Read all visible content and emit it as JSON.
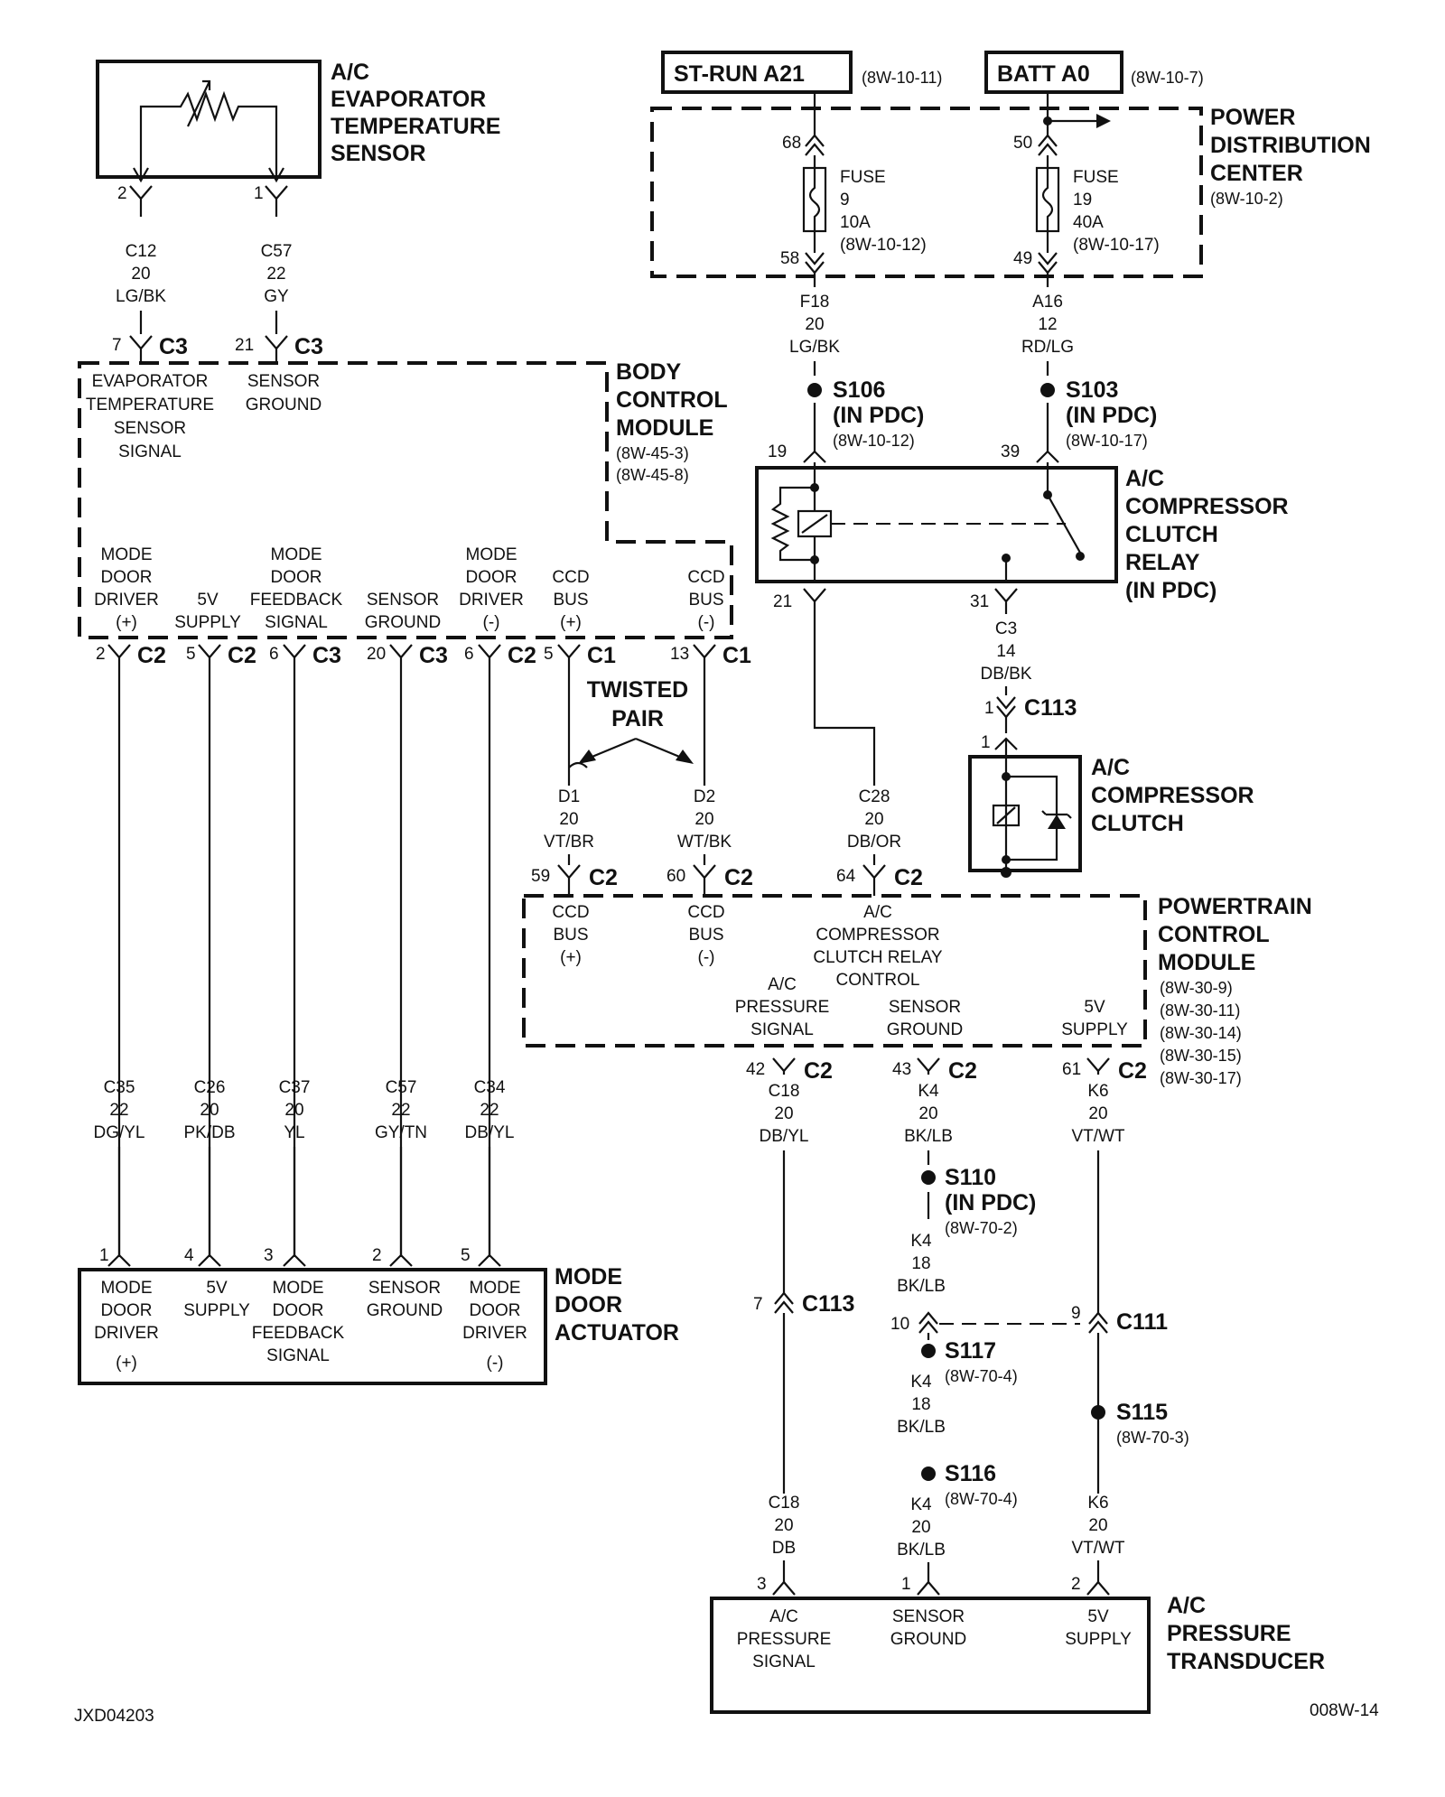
{
  "footer": {
    "left_code": "JXD04203",
    "right_code": "008W-14"
  },
  "evap_sensor": {
    "title": [
      "A/C",
      "EVAPORATOR",
      "TEMPERATURE",
      "SENSOR"
    ],
    "pin2": "2",
    "pin1": "1"
  },
  "wires": {
    "c12": [
      "C12",
      "20",
      "LG/BK"
    ],
    "c57a": [
      "C57",
      "22",
      "GY"
    ],
    "f18": [
      "F18",
      "20",
      "LG/BK"
    ],
    "a16": [
      "A16",
      "12",
      "RD/LG"
    ],
    "c3": [
      "C3",
      "14",
      "DB/BK"
    ],
    "d1": [
      "D1",
      "20",
      "VT/BR"
    ],
    "d2": [
      "D2",
      "20",
      "WT/BK"
    ],
    "c28": [
      "C28",
      "20",
      "DB/OR"
    ],
    "c35": [
      "C35",
      "22",
      "DG/YL"
    ],
    "c26": [
      "C26",
      "20",
      "PK/DB"
    ],
    "c37": [
      "C37",
      "20",
      "YL"
    ],
    "c57b": [
      "C57",
      "22",
      "GY/TN"
    ],
    "c34": [
      "C34",
      "22",
      "DB/YL"
    ],
    "c18a": [
      "C18",
      "20",
      "DB/YL"
    ],
    "k4a": [
      "K4",
      "20",
      "BK/LB"
    ],
    "k6a": [
      "K6",
      "20",
      "VT/WT"
    ],
    "k4b": [
      "K4",
      "18",
      "BK/LB"
    ],
    "k4c": [
      "K4",
      "18",
      "BK/LB"
    ],
    "c18b": [
      "C18",
      "20",
      "DB"
    ],
    "k4d": [
      "K4",
      "20",
      "BK/LB"
    ],
    "k6b": [
      "K6",
      "20",
      "VT/WT"
    ]
  },
  "power": {
    "st_run": "ST-RUN A21",
    "st_run_ref": "(8W-10-11)",
    "batt": "BATT A0",
    "batt_ref": "(8W-10-7)",
    "pdc_title": [
      "POWER",
      "DISTRIBUTION",
      "CENTER"
    ],
    "pdc_ref": "(8W-10-2)",
    "fuse9": [
      "FUSE",
      "9",
      "10A",
      "(8W-10-12)"
    ],
    "fuse19": [
      "FUSE",
      "19",
      "40A",
      "(8W-10-17)"
    ],
    "pins": {
      "p68": "68",
      "p58": "58",
      "p50": "50",
      "p49": "49"
    }
  },
  "splices": {
    "s106": {
      "name": "S106",
      "sub": "(IN PDC)",
      "ref": "(8W-10-12)"
    },
    "s103": {
      "name": "S103",
      "sub": "(IN PDC)",
      "ref": "(8W-10-17)"
    },
    "s110": {
      "name": "S110",
      "sub": "(IN PDC)",
      "ref": "(8W-70-2)"
    },
    "s117": {
      "name": "S117",
      "ref": "(8W-70-4)"
    },
    "s116": {
      "name": "S116",
      "ref": "(8W-70-4)"
    },
    "s115": {
      "name": "S115",
      "ref": "(8W-70-3)"
    }
  },
  "relay": {
    "title": [
      "A/C",
      "COMPRESSOR",
      "CLUTCH",
      "RELAY",
      "(IN PDC)"
    ],
    "pins": {
      "p19": "19",
      "p39": "39",
      "p21": "21",
      "p31": "31"
    }
  },
  "clutch": {
    "title": [
      "A/C",
      "COMPRESSOR",
      "CLUTCH"
    ],
    "connector": "C113",
    "pin_a": "1",
    "pin_b": "1"
  },
  "bcm": {
    "title": [
      "BODY",
      "CONTROL",
      "MODULE"
    ],
    "refs": [
      "(8W-45-3)",
      "(8W-45-8)"
    ],
    "top_pins": [
      {
        "num": "7",
        "conn": "C3",
        "label": [
          "EVAPORATOR",
          "TEMPERATURE",
          "SENSOR",
          "SIGNAL"
        ]
      },
      {
        "num": "21",
        "conn": "C3",
        "label": [
          "SENSOR",
          "GROUND"
        ]
      }
    ],
    "bottom_pins": [
      {
        "num": "2",
        "conn": "C2",
        "label": [
          "MODE",
          "DOOR",
          "DRIVER",
          "(+)"
        ]
      },
      {
        "num": "5",
        "conn": "C2",
        "label": [
          "5V",
          "SUPPLY"
        ]
      },
      {
        "num": "6",
        "conn": "C3",
        "label": [
          "MODE",
          "DOOR",
          "FEEDBACK",
          "SIGNAL"
        ]
      },
      {
        "num": "20",
        "conn": "C3",
        "label": [
          "SENSOR",
          "GROUND"
        ]
      },
      {
        "num": "6",
        "conn": "C2",
        "label": [
          "MODE",
          "DOOR",
          "DRIVER",
          "(-)"
        ]
      },
      {
        "num": "5",
        "conn": "C1",
        "label": [
          "CCD",
          "BUS",
          "(+)"
        ]
      },
      {
        "num": "13",
        "conn": "C1",
        "label": [
          "CCD",
          "BUS",
          "(-)"
        ]
      }
    ]
  },
  "twisted_pair": [
    "TWISTED",
    "PAIR"
  ],
  "pcm": {
    "title": [
      "POWERTRAIN",
      "CONTROL",
      "MODULE"
    ],
    "refs": [
      "(8W-30-9)",
      "(8W-30-11)",
      "(8W-30-14)",
      "(8W-30-15)",
      "(8W-30-17)"
    ],
    "top_pins": [
      {
        "num": "59",
        "conn": "C2",
        "label": [
          "CCD",
          "BUS",
          "(+)"
        ]
      },
      {
        "num": "60",
        "conn": "C2",
        "label": [
          "CCD",
          "BUS",
          "(-)"
        ]
      },
      {
        "num": "64",
        "conn": "C2",
        "label": [
          "A/C",
          "COMPRESSOR",
          "CLUTCH RELAY",
          "CONTROL"
        ]
      }
    ],
    "bottom_pins": [
      {
        "num": "42",
        "conn": "C2",
        "label": [
          "A/C",
          "PRESSURE",
          "SIGNAL"
        ]
      },
      {
        "num": "43",
        "conn": "C2",
        "label": [
          "SENSOR",
          "GROUND"
        ]
      },
      {
        "num": "61",
        "conn": "C2",
        "label": [
          "5V",
          "SUPPLY"
        ]
      }
    ]
  },
  "mode_door": {
    "title": [
      "MODE",
      "DOOR",
      "ACTUATOR"
    ],
    "pins": [
      {
        "num": "1",
        "label": [
          "MODE",
          "DOOR",
          "DRIVER",
          "(+)"
        ]
      },
      {
        "num": "4",
        "label": [
          "5V",
          "SUPPLY"
        ]
      },
      {
        "num": "3",
        "label": [
          "MODE",
          "DOOR",
          "FEEDBACK",
          "SIGNAL"
        ]
      },
      {
        "num": "2",
        "label": [
          "SENSOR",
          "GROUND"
        ]
      },
      {
        "num": "5",
        "label": [
          "MODE",
          "DOOR",
          "DRIVER",
          "(-)"
        ]
      }
    ]
  },
  "inline": {
    "c113": {
      "num": "7",
      "name": "C113"
    },
    "c111": {
      "num_left": "10",
      "num_right": "9",
      "name": "C111"
    }
  },
  "transducer": {
    "title": [
      "A/C",
      "PRESSURE",
      "TRANSDUCER"
    ],
    "pins": [
      {
        "num": "3",
        "label": [
          "A/C",
          "PRESSURE",
          "SIGNAL"
        ]
      },
      {
        "num": "1",
        "label": [
          "SENSOR",
          "GROUND"
        ]
      },
      {
        "num": "2",
        "label": [
          "5V",
          "SUPPLY"
        ]
      }
    ]
  }
}
